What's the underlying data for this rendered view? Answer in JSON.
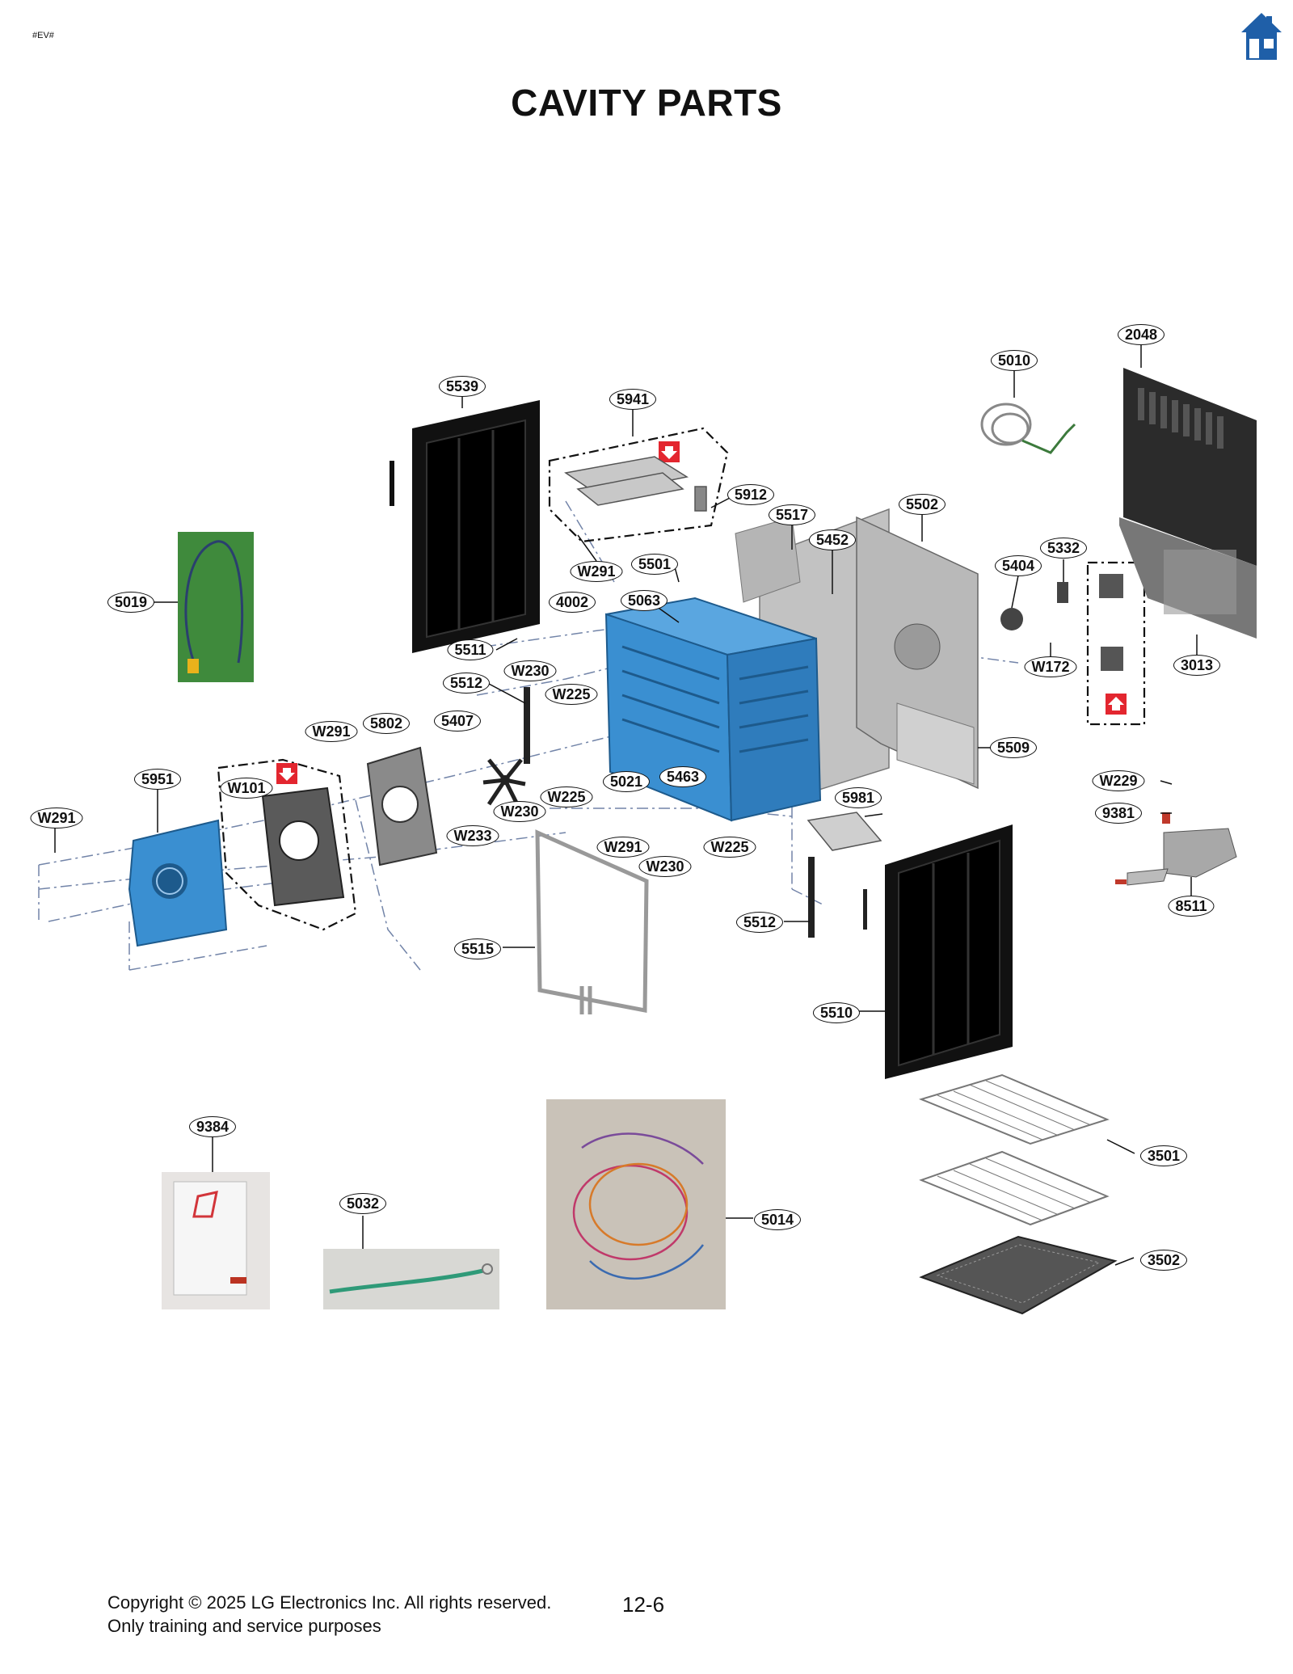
{
  "header": {
    "tag": "#EV#",
    "title": "CAVITY PARTS",
    "home_icon": "home-icon"
  },
  "diagram": {
    "callouts": [
      {
        "id": "c2048",
        "label": "2048"
      },
      {
        "id": "c5010",
        "label": "5010"
      },
      {
        "id": "c5539",
        "label": "5539"
      },
      {
        "id": "c5941",
        "label": "5941"
      },
      {
        "id": "c5912",
        "label": "5912"
      },
      {
        "id": "c5517",
        "label": "5517"
      },
      {
        "id": "c5502",
        "label": "5502"
      },
      {
        "id": "c5452",
        "label": "5452"
      },
      {
        "id": "c5332",
        "label": "5332"
      },
      {
        "id": "c5404",
        "label": "5404"
      },
      {
        "id": "c5501",
        "label": "5501"
      },
      {
        "id": "cW291a",
        "label": "W291"
      },
      {
        "id": "c5019",
        "label": "5019"
      },
      {
        "id": "c4002",
        "label": "4002"
      },
      {
        "id": "c5063",
        "label": "5063"
      },
      {
        "id": "c5511",
        "label": "5511"
      },
      {
        "id": "cW172",
        "label": "W172"
      },
      {
        "id": "c3013",
        "label": "3013"
      },
      {
        "id": "cW230a",
        "label": "W230"
      },
      {
        "id": "c5512a",
        "label": "5512"
      },
      {
        "id": "cW225a",
        "label": "W225"
      },
      {
        "id": "cW291b",
        "label": "W291"
      },
      {
        "id": "c5802",
        "label": "5802"
      },
      {
        "id": "c5407",
        "label": "5407"
      },
      {
        "id": "c5509",
        "label": "5509"
      },
      {
        "id": "c5951",
        "label": "5951"
      },
      {
        "id": "cW101",
        "label": "W101"
      },
      {
        "id": "c5463",
        "label": "5463"
      },
      {
        "id": "c5021",
        "label": "5021"
      },
      {
        "id": "cW225b",
        "label": "W225"
      },
      {
        "id": "cW229",
        "label": "W229"
      },
      {
        "id": "c5981",
        "label": "5981"
      },
      {
        "id": "cW230b",
        "label": "W230"
      },
      {
        "id": "cW291c",
        "label": "W291"
      },
      {
        "id": "c9381",
        "label": "9381"
      },
      {
        "id": "cW233",
        "label": "W233"
      },
      {
        "id": "cW291d",
        "label": "W291"
      },
      {
        "id": "cW225c",
        "label": "W225"
      },
      {
        "id": "cW230c",
        "label": "W230"
      },
      {
        "id": "c8511",
        "label": "8511"
      },
      {
        "id": "c5512b",
        "label": "5512"
      },
      {
        "id": "c5515",
        "label": "5515"
      },
      {
        "id": "c5510",
        "label": "5510"
      },
      {
        "id": "c9384",
        "label": "9384"
      },
      {
        "id": "c3501",
        "label": "3501"
      },
      {
        "id": "c5032",
        "label": "5032"
      },
      {
        "id": "c5014",
        "label": "5014"
      },
      {
        "id": "c3502",
        "label": "3502"
      }
    ],
    "colors": {
      "cavity_blue": "#3a8fd1",
      "accent_red": "#e3262f",
      "home_blue": "#1f5fa8",
      "panel_black": "#111111",
      "photo_green": "#3f8a3c"
    }
  },
  "footer": {
    "copyright": "Copyright © 2025 LG Electronics Inc. All rights reserved.",
    "purpose": "Only training and service purposes",
    "page_number": "12-6"
  }
}
